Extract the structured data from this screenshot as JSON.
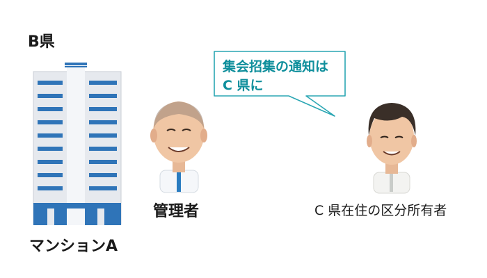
{
  "prefecture_label": "B県",
  "building_label": "マンションA",
  "manager_label": "管理者",
  "owner_label": "C 県在住の区分所有者",
  "speech_bubble": {
    "line1": "集会招集の通知は",
    "line2": "C 県に"
  },
  "colors": {
    "bubble_border": "#2aa6b3",
    "bubble_text": "#0f8f9c",
    "building_window": "#2f74b8",
    "building_body": "#e6e9ee",
    "tie": "#2a7cc0"
  },
  "icons": {
    "building": "apartment-building-illustration",
    "manager": "manager-person-photo",
    "owner": "owner-person-photo"
  }
}
